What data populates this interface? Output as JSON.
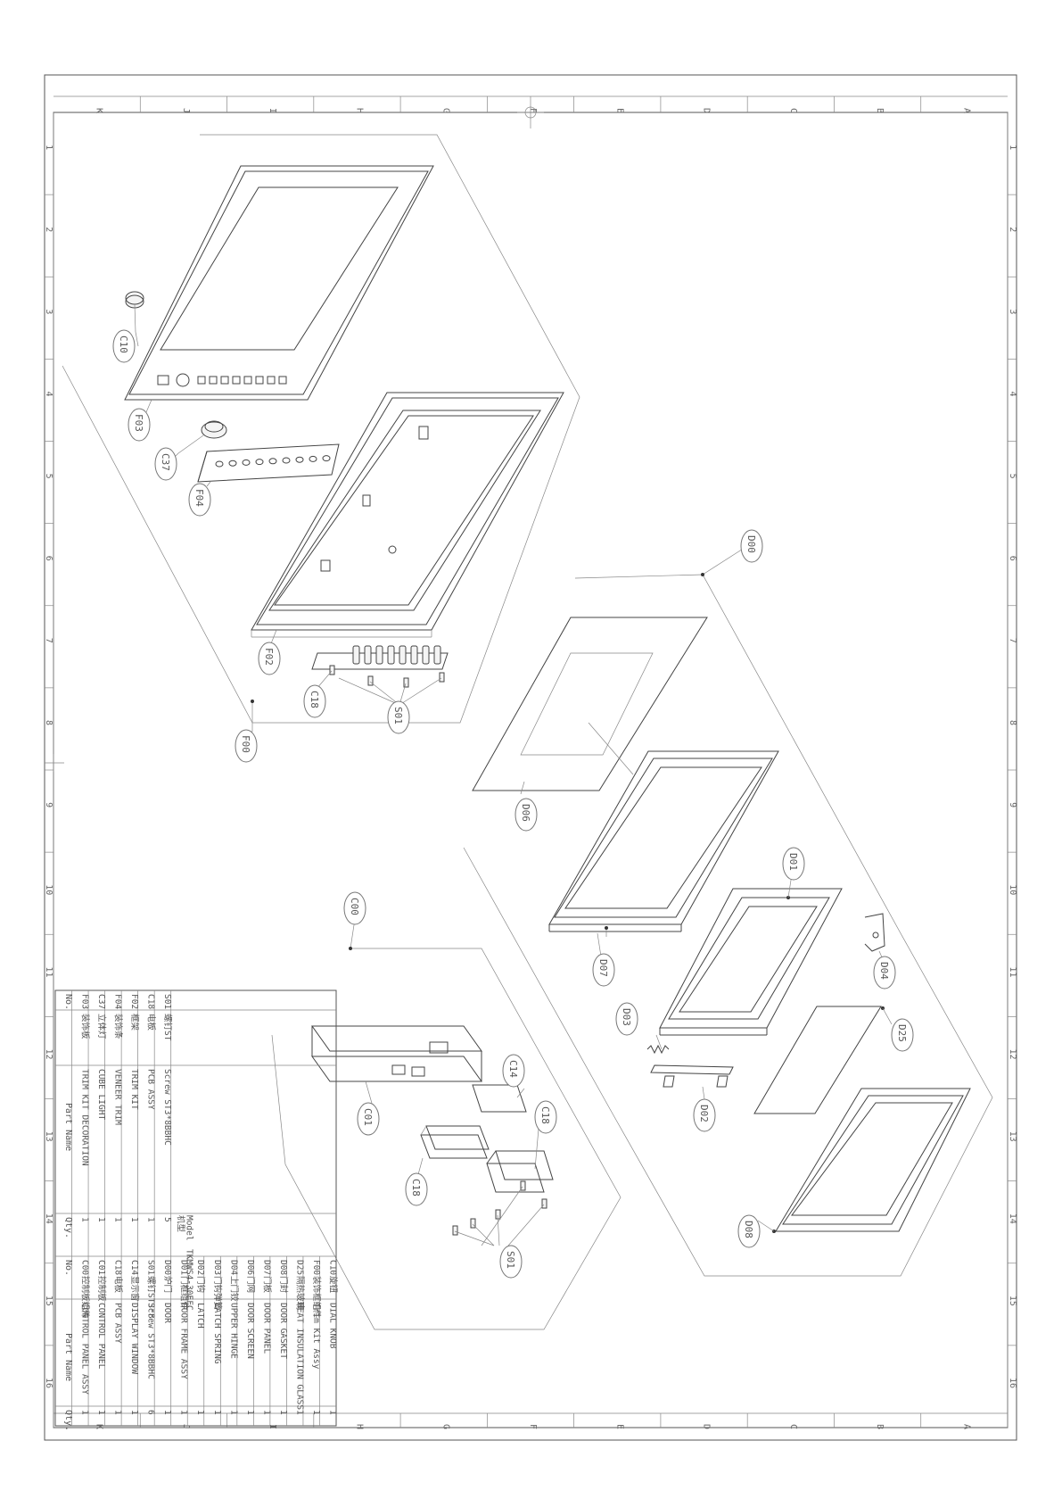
{
  "frame": {
    "columns": [
      "K",
      "J",
      "I",
      "H",
      "G",
      "F",
      "E",
      "D",
      "C",
      "B",
      "A"
    ],
    "rows": [
      "1",
      "2",
      "3",
      "4",
      "5",
      "6",
      "7",
      "8",
      "9",
      "10",
      "11",
      "12",
      "13",
      "14",
      "15",
      "16"
    ]
  },
  "balloons": [
    {
      "id": "c10",
      "label": "C10"
    },
    {
      "id": "f03",
      "label": "F03"
    },
    {
      "id": "c37",
      "label": "C37"
    },
    {
      "id": "f04",
      "label": "F04"
    },
    {
      "id": "f02",
      "label": "F02"
    },
    {
      "id": "c18a",
      "label": "C18"
    },
    {
      "id": "s01a",
      "label": "S01"
    },
    {
      "id": "f00",
      "label": "F00"
    },
    {
      "id": "d00",
      "label": "D00"
    },
    {
      "id": "d06",
      "label": "D06"
    },
    {
      "id": "d07",
      "label": "D07"
    },
    {
      "id": "d01",
      "label": "D01"
    },
    {
      "id": "d04",
      "label": "D04"
    },
    {
      "id": "d25",
      "label": "D25"
    },
    {
      "id": "d03",
      "label": "D03"
    },
    {
      "id": "d02",
      "label": "D02"
    },
    {
      "id": "d08",
      "label": "D08"
    },
    {
      "id": "c00",
      "label": "C00"
    },
    {
      "id": "c01",
      "label": "C01"
    },
    {
      "id": "c14",
      "label": "C14"
    },
    {
      "id": "c18b",
      "label": "C18"
    },
    {
      "id": "c18c",
      "label": "C18"
    },
    {
      "id": "s01b",
      "label": "S01"
    }
  ],
  "bom": {
    "headers": {
      "no": "No.",
      "name": "Part Name",
      "qty": "Qty."
    },
    "left": [
      {
        "no": "F03",
        "cn": "装饰板",
        "name": "TRIM KIT DECORATION",
        "qty": "1"
      },
      {
        "no": "C37",
        "cn": "立体灯",
        "name": "CUBE LIGHT",
        "qty": "1"
      },
      {
        "no": "F04",
        "cn": "装饰条",
        "name": "VENEER TRIM",
        "qty": "1"
      },
      {
        "no": "F02",
        "cn": "框架",
        "name": "TRIM KIT",
        "qty": "1"
      },
      {
        "no": "C18",
        "cn": "电板",
        "name": "PCB ASSY",
        "qty": "1"
      },
      {
        "no": "S01",
        "cn": "螺钉ST",
        "name": "Screw ST3*8BBHC",
        "qty": "5"
      }
    ],
    "right": [
      {
        "no": "C00",
        "cn": "控制板组件",
        "name": "CONTROL PANEL ASSY",
        "qty": "1"
      },
      {
        "no": "C01",
        "cn": "控制板",
        "name": "CONTROL PANEL",
        "qty": "1"
      },
      {
        "no": "C18",
        "cn": "电板",
        "name": "PCB ASSY",
        "qty": "1"
      },
      {
        "no": "C14",
        "cn": "显示窗",
        "name": "DISPLAY WINDOW",
        "qty": "1"
      },
      {
        "no": "S01",
        "cn": "螺钉ST3*8",
        "name": "Screw ST3*8BBHC",
        "qty": "6"
      },
      {
        "no": "D00",
        "cn": "炉门",
        "name": "DOOR",
        "qty": "1"
      },
      {
        "no": "D01",
        "cn": "门框组件",
        "name": "DOOR FRAME ASSY",
        "qty": "1"
      },
      {
        "no": "D02",
        "cn": "门钩",
        "name": "LATCH",
        "qty": "1"
      },
      {
        "no": "D03",
        "cn": "门钩弹簧",
        "name": "LATCH SPRING",
        "qty": "1"
      },
      {
        "no": "D04",
        "cn": "上门铰",
        "name": "UPPER HINGE",
        "qty": "1"
      },
      {
        "no": "D06",
        "cn": "门网",
        "name": "DOOR SCREEN",
        "qty": "1"
      },
      {
        "no": "D07",
        "cn": "门板",
        "name": "DOOR PANEL",
        "qty": "1"
      },
      {
        "no": "D08",
        "cn": "门封",
        "name": "DOOR GASKET",
        "qty": "1"
      },
      {
        "no": "D25",
        "cn": "隔热玻璃",
        "name": "HEAT INSULATION GLASS",
        "qty": "1"
      },
      {
        "no": "F00",
        "cn": "装饰框组件",
        "name": "Trim Kit Assy",
        "qty": "1"
      },
      {
        "no": "C10",
        "cn": "旋钮",
        "name": "DIAL KNOB",
        "qty": "1"
      }
    ],
    "model_cn": "机型",
    "model_en": "Model",
    "model_value": "TKMWS4-30EFC"
  }
}
